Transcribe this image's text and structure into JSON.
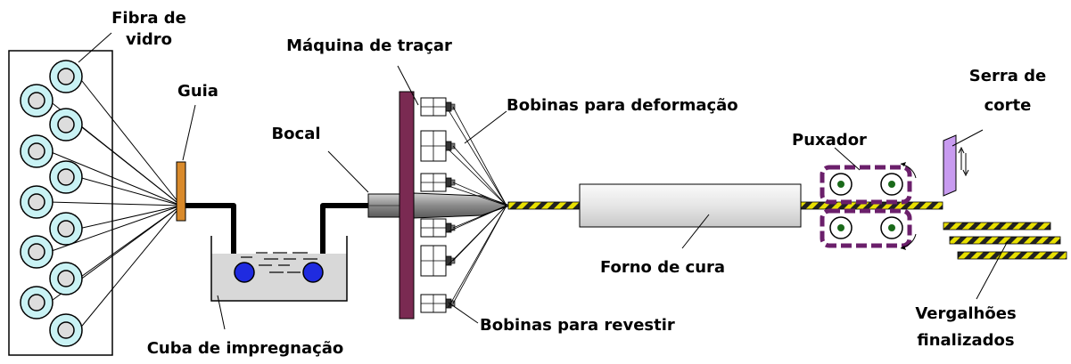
{
  "diagram": {
    "title": "",
    "labels": {
      "fiber_line1": "Fibra de",
      "fiber_line2": "vidro",
      "guide": "Guia",
      "braiding_machine": "Máquina de traçar",
      "nozzle": "Bocal",
      "deformation_bobbins": "Bobinas para deformação",
      "impregnation_tank": "Cuba de impregnação",
      "coating_bobbins": "Bobinas para revestir",
      "curing_oven": "Forno de cura",
      "puller": "Puxador",
      "saw_line1": "Serra de",
      "saw_line2": "corte",
      "finished_line1": "Vergalhões",
      "finished_line2": "finalizados"
    },
    "colors": {
      "guide": "#D98A2B",
      "braiding_plate": "#7A2A52",
      "puller_frame": "#6B1F6B",
      "rollers": "#1F2BE0",
      "rebar_fill": "#E8E000",
      "saw": "#C89BF0",
      "oven": "#E4E4E4",
      "tank_liquid": "#D8D8D8",
      "spool_fill": "#C9F2F4"
    }
  }
}
